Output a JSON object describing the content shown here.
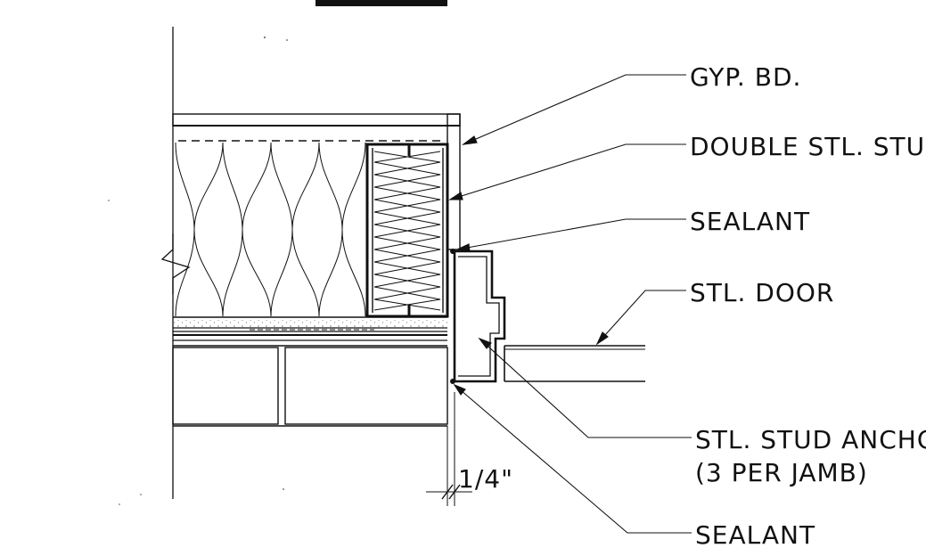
{
  "labels": {
    "gyp_bd": "GYP. BD.",
    "double_stl_stud": "DOUBLE STL. STU",
    "sealant_top": "SEALANT",
    "stl_door": "STL. DOOR",
    "stl_stud_anchor_line1": "STL. STUD ANCHO",
    "stl_stud_anchor_line2": "(3 PER JAMB)",
    "sealant_bottom": "SEALANT",
    "dimension": "1/4\""
  },
  "colors": {
    "ink": "#111111",
    "paper": "#ffffff",
    "stipple": "#9a9a9a"
  }
}
